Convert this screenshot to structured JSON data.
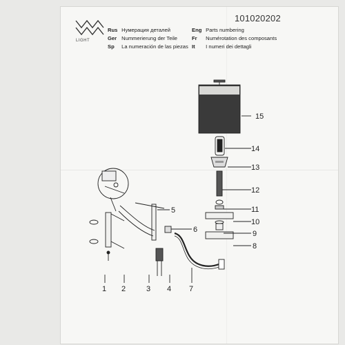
{
  "brand": {
    "logo_text": "LIGHT"
  },
  "document_code": "101020202",
  "header": {
    "rus": {
      "lang": "Rus",
      "text": "Нумерация деталей"
    },
    "ger": {
      "lang": "Ger",
      "text": "Nummerierung der Teile"
    },
    "sp": {
      "lang": "Sp",
      "text": "La numeración de las piezas"
    },
    "eng": {
      "lang": "Eng",
      "text": "Parts numbering"
    },
    "fr": {
      "lang": "Fr",
      "text": "Numérotation des composants"
    },
    "it": {
      "lang": "It",
      "text": "I numeri dei dettagli"
    }
  },
  "part_numbers": [
    "1",
    "2",
    "3",
    "4",
    "5",
    "6",
    "7",
    "8",
    "9",
    "10",
    "11",
    "12",
    "13",
    "14",
    "15"
  ],
  "colors": {
    "ink": "#222222",
    "paper": "#f7f7f5",
    "shade_dark": "#3a3a3a",
    "shade_light": "#d9d9d6"
  }
}
